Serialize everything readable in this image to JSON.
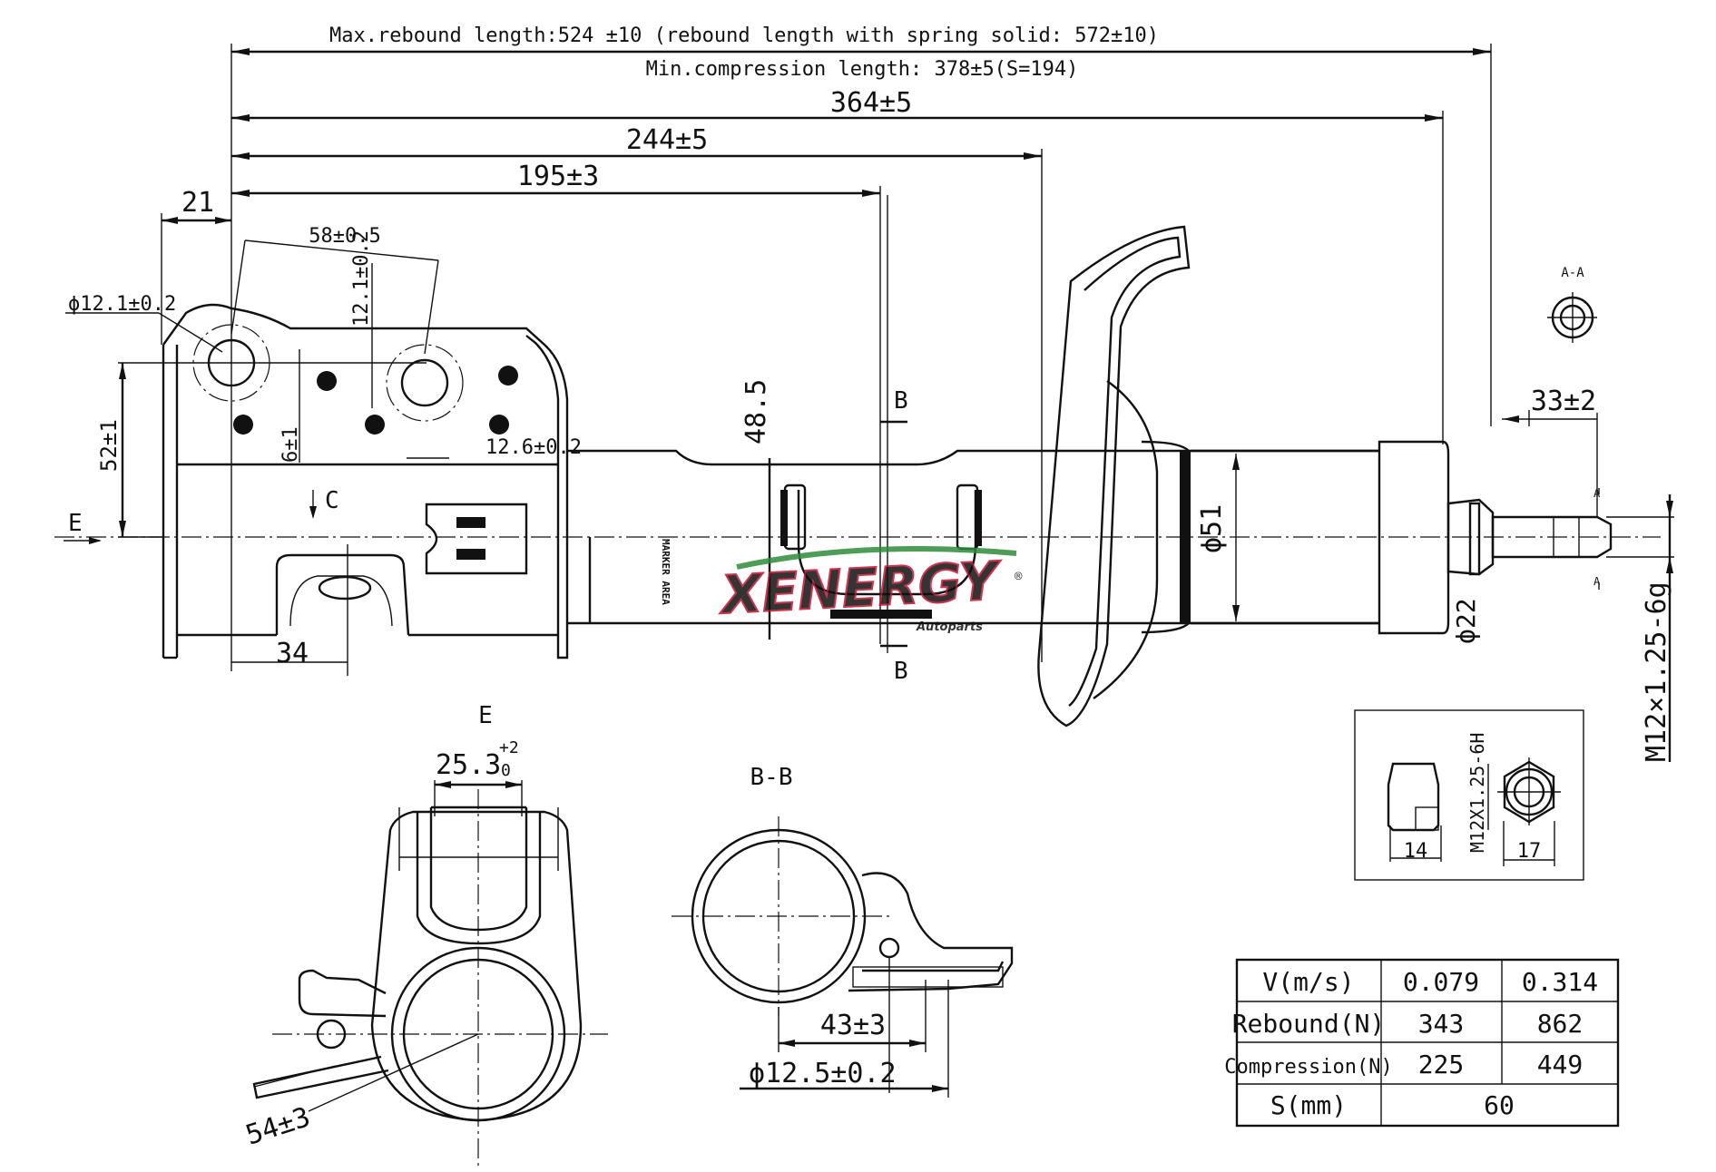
{
  "dimensions": {
    "max_rebound": "Max.rebound length:524 ±10 (rebound length with spring solid: 572±10)",
    "min_compression": "Min.compression length: 378±5(S=194)",
    "d364": "364±5",
    "d244": "244±5",
    "d195": "195±3",
    "d21": "21",
    "d58": "58±0.5",
    "d12_1_vert": "12.1±0.2",
    "d_phi12_1": "ϕ12.1±0.2",
    "d52": "52±1",
    "d6": "6±1",
    "d12_6": "12.6±0.2",
    "d48_5": "48.5",
    "d34": "34",
    "d_phi51": "ϕ51",
    "d_phi22": "ϕ22",
    "d33": "33±2",
    "thread": "M12×1.25-6g"
  },
  "labels": {
    "section_b_top": "B",
    "section_b_bottom": "B",
    "view_c": "C",
    "view_e_arrow": "E",
    "aa_title": "A-A",
    "a_mark_top": "A",
    "a_mark_bottom": "A",
    "marker_area": "MARKER AREA",
    "view_e_title": "E",
    "view_bb_title": "B-B"
  },
  "detail_e": {
    "width_base": "25.3",
    "tol_upper": "+2",
    "tol_lower": "0",
    "angle_dim": "54±3"
  },
  "detail_bb": {
    "d43": "43±3",
    "d_phi12_5": "ϕ12.5±0.2"
  },
  "nut": {
    "thread": "M12X1.25-6H",
    "width_14": "14",
    "width_17": "17"
  },
  "watermark": {
    "brand": "XENERGY",
    "registered": "®",
    "sub": "Autoparts",
    "accent_color": "#c8102e",
    "green": "#2e8b3a"
  },
  "spec_table": {
    "rows": [
      [
        "V(m/s)",
        "0.079",
        "0.314"
      ],
      [
        "Rebound(N)",
        "343",
        "862"
      ],
      [
        "Compression(N)",
        "225",
        "449"
      ],
      [
        "S(mm)",
        "60"
      ]
    ]
  }
}
